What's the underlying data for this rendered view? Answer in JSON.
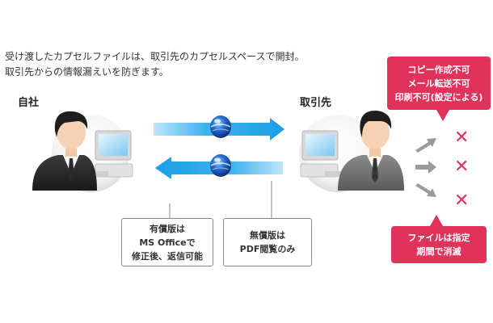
{
  "intro": {
    "line1": "受け渡したカプセルファイルは、取引先のカプセルスペースで開封。",
    "line2": "取引先からの情報漏えいを防ぎます。"
  },
  "parties": {
    "self_label": "自社",
    "partner_label": "取引先"
  },
  "callouts": {
    "paid_line1": "有償版は",
    "paid_line2": "MS Officeで",
    "paid_line3": "修正後、返信可能",
    "free_line1": "無償版は",
    "free_line2": "PDF閲覧のみ"
  },
  "restrictions": {
    "line1": "コピー作成不可",
    "line2": "メール転送不可",
    "line3": "印刷不可(設定による)",
    "expiry_line1": "ファイルは指定",
    "expiry_line2": "期間で消滅"
  },
  "colors": {
    "arrow_blue": "#1a9ee8",
    "accent_red": "#e0325a",
    "arrow_gray": "#999999"
  },
  "icons": {
    "capsule": "capsule-icon",
    "cross": "cross-icon",
    "arrow": "gray-arrow-icon"
  }
}
